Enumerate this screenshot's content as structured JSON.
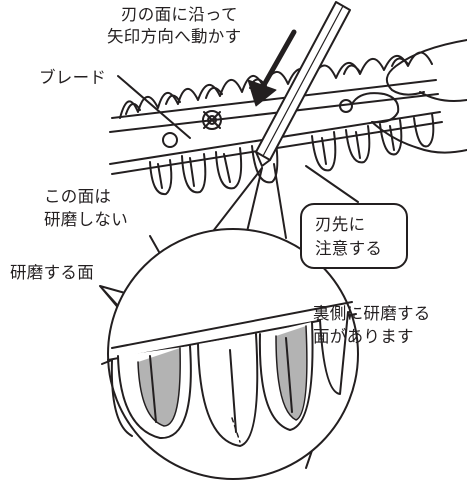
{
  "labels": {
    "move_direction_line1": "刃の面に沿って",
    "move_direction_line2": "矢印方向へ動かす",
    "blade": "ブレード",
    "no_grind_line1": "この面は",
    "no_grind_line2": "研磨しない",
    "caution_line1": "刃先に",
    "caution_line2": "注意する",
    "grind_surface": "研磨する面",
    "back_side_line1": "裏側に研磨する",
    "back_side_line2": "面があります"
  },
  "colors": {
    "line": "#231f20",
    "ground_edge": "#b3b3b3",
    "background": "#ffffff"
  },
  "icons": {
    "file_tool": "sharpening-file",
    "arrow": "direction-arrow",
    "hand": "hand-outline"
  }
}
